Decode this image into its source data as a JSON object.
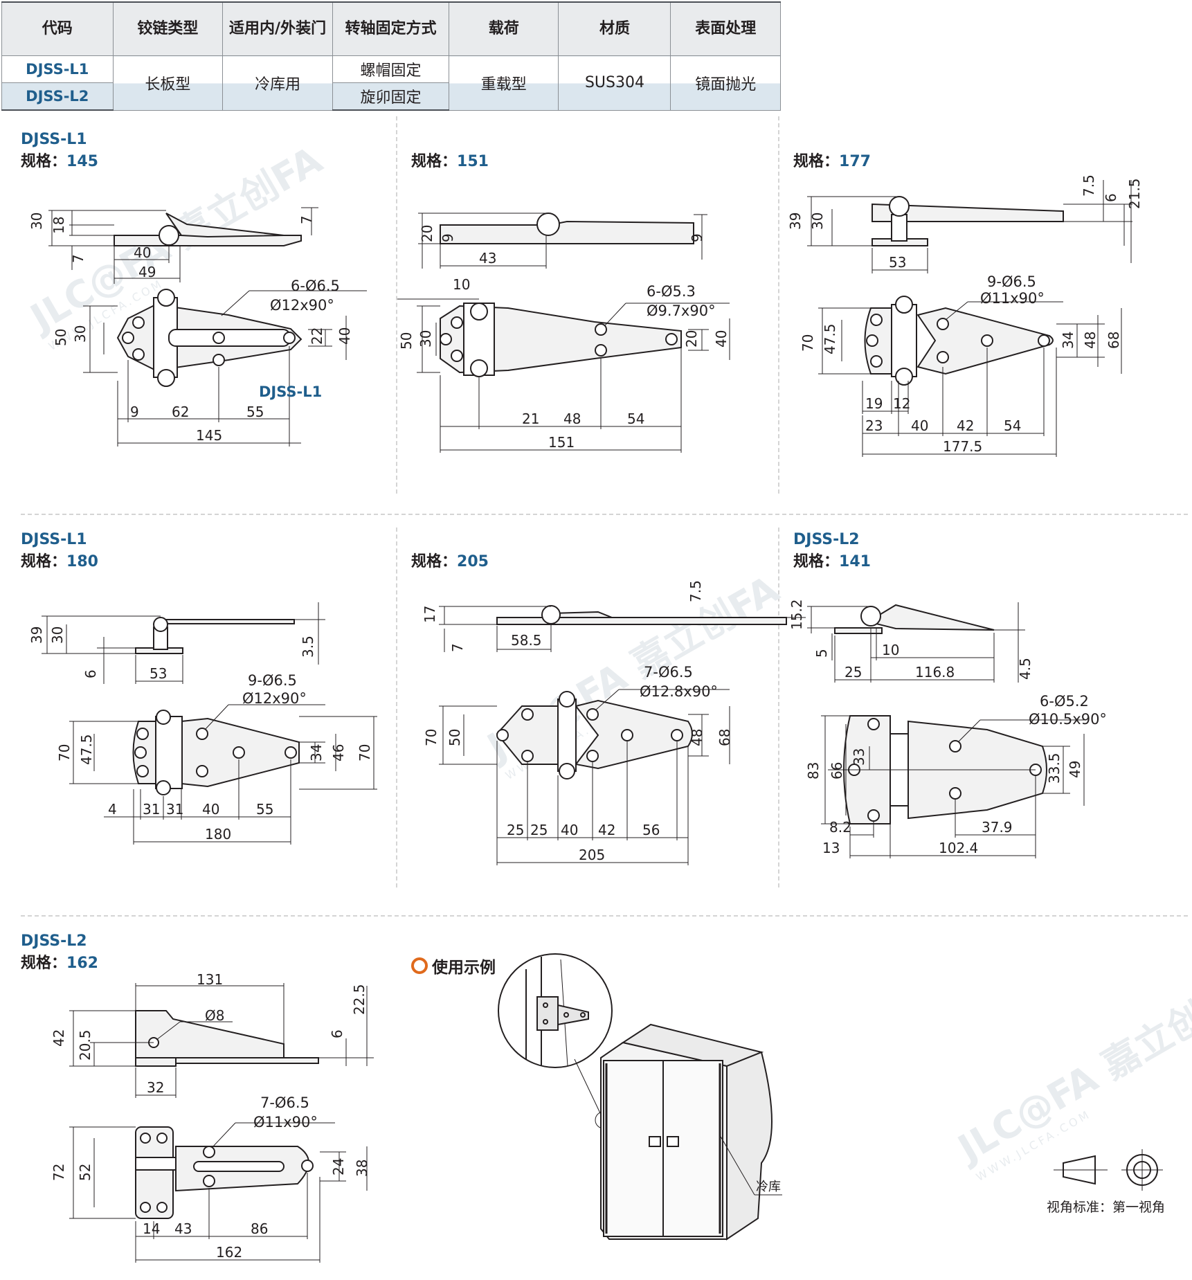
{
  "table": {
    "headers": [
      "代码",
      "铰链类型",
      "适用内/外装门",
      "转轴固定方式",
      "载荷",
      "材质",
      "表面处理"
    ],
    "rows": [
      {
        "code": "DJSS-L1",
        "fixing": "螺帽固定"
      },
      {
        "code": "DJSS-L2",
        "fixing": "旋卯固定"
      }
    ],
    "merged": {
      "type": "长板型",
      "door": "冷库用",
      "load": "重载型",
      "material": "SUS304",
      "finish": "镜面抛光"
    }
  },
  "spec_label": "规格：",
  "watermark": {
    "brand": "JLC@FA 嘉立创FA",
    "url": "WWW.JLCFA.COM"
  },
  "cells": [
    {
      "model": "DJSS-L1",
      "spec": "145",
      "side": {
        "dims": [
          "30",
          "18",
          "7",
          "40",
          "49",
          "7"
        ]
      },
      "plan": {
        "holes": "6-Ø6.5",
        "csk": "Ø12x90°",
        "left": [
          "50",
          "30"
        ],
        "right": [
          "22",
          "40"
        ],
        "bottom": [
          "9",
          "62",
          "55"
        ],
        "total": "145",
        "label": "DJSS-L1"
      }
    },
    {
      "model": "",
      "spec": "151",
      "side": {
        "dims": [
          "20",
          "9",
          "43",
          "9"
        ]
      },
      "plan": {
        "holes": "6-Ø5.3",
        "csk": "Ø9.7x90°",
        "top": "10",
        "left": [
          "50",
          "30"
        ],
        "right": [
          "20",
          "40"
        ],
        "bottom": [
          "21",
          "48",
          "54"
        ],
        "total": "151"
      }
    },
    {
      "model": "",
      "spec": "177",
      "side": {
        "dims": [
          "39",
          "30",
          "53",
          "7.5",
          "6",
          "21.5"
        ]
      },
      "plan": {
        "holes": "9-Ø6.5",
        "csk": "Ø11x90°",
        "left": [
          "70",
          "47.5"
        ],
        "right": [
          "34",
          "48",
          "68"
        ],
        "upper": [
          "19",
          "12"
        ],
        "bottom": [
          "23",
          "40",
          "42",
          "54"
        ],
        "total": "177.5"
      }
    },
    {
      "model": "DJSS-L1",
      "spec": "180",
      "side": {
        "dims": [
          "39",
          "30",
          "6",
          "53",
          "3.5"
        ]
      },
      "plan": {
        "holes": "9-Ø6.5",
        "csk": "Ø12x90°",
        "left": [
          "70",
          "47.5"
        ],
        "right": [
          "34",
          "46",
          "70"
        ],
        "bottom": [
          "4",
          "31",
          "31",
          "40",
          "55"
        ],
        "total": "180"
      }
    },
    {
      "model": "",
      "spec": "205",
      "side": {
        "dims": [
          "17",
          "7",
          "58.5",
          "7.5"
        ]
      },
      "plan": {
        "holes": "7-Ø6.5",
        "csk": "Ø12.8x90°",
        "left": [
          "70",
          "50"
        ],
        "right": [
          "48",
          "68"
        ],
        "bottom": [
          "25",
          "25",
          "40",
          "42",
          "56"
        ],
        "total": "205"
      }
    },
    {
      "model": "DJSS-L2",
      "spec": "141",
      "side": {
        "dims": [
          "15.2",
          "5",
          "25",
          "10",
          "116.8",
          "4.5"
        ]
      },
      "plan": {
        "holes": "6-Ø5.2",
        "csk": "Ø10.5x90°",
        "left": [
          "83",
          "66",
          "33"
        ],
        "right": [
          "33.5",
          "49"
        ],
        "bottom": [
          "8.2",
          "37.9",
          "13",
          "102.4"
        ]
      }
    },
    {
      "model": "DJSS-L2",
      "spec": "162",
      "side": {
        "dims": [
          "131",
          "Ø8",
          "42",
          "20.5",
          "32",
          "6",
          "22.5"
        ]
      },
      "plan": {
        "holes": "7-Ø6.5",
        "csk": "Ø11x90°",
        "left": [
          "72",
          "52"
        ],
        "right": [
          "24",
          "38"
        ],
        "bottom": [
          "14",
          "43",
          "86"
        ],
        "total": "162"
      }
    }
  ],
  "usage": {
    "title": "使用示例",
    "callout": "冷库"
  },
  "projection": {
    "label": "视角标准：第一视角"
  }
}
